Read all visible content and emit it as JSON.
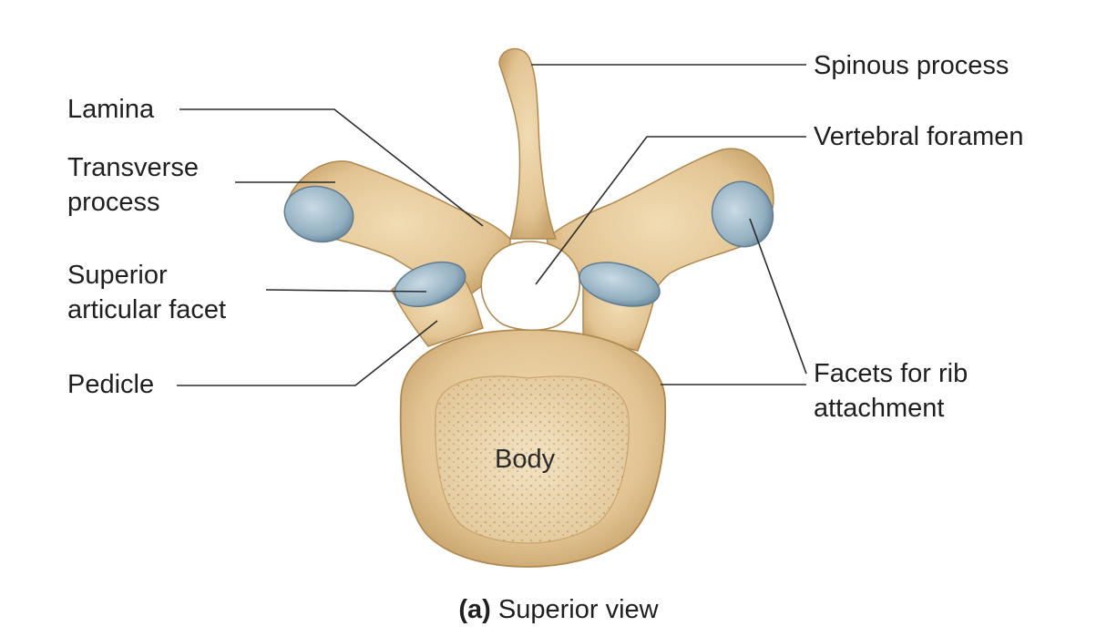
{
  "labels": {
    "spinous_process": "Spinous process",
    "lamina": "Lamina",
    "vertebral_foramen": "Vertebral foramen",
    "transverse_process_line1": "Transverse",
    "transverse_process_line2": "process",
    "superior_articular_facet_line1": "Superior",
    "superior_articular_facet_line2": "articular facet",
    "pedicle": "Pedicle",
    "facets_rib_line1": "Facets for rib",
    "facets_rib_line2": "attachment",
    "body": "Body"
  },
  "caption": {
    "letter": "(a)",
    "text": "Superior view"
  },
  "colors": {
    "bone": "#e8cfa3",
    "bone_shadow": "#c9a46c",
    "bone_edge": "#b08950",
    "cancellous": "#efdcb8",
    "facet": "#9fb9c8",
    "leader": "#2b2b2b"
  }
}
